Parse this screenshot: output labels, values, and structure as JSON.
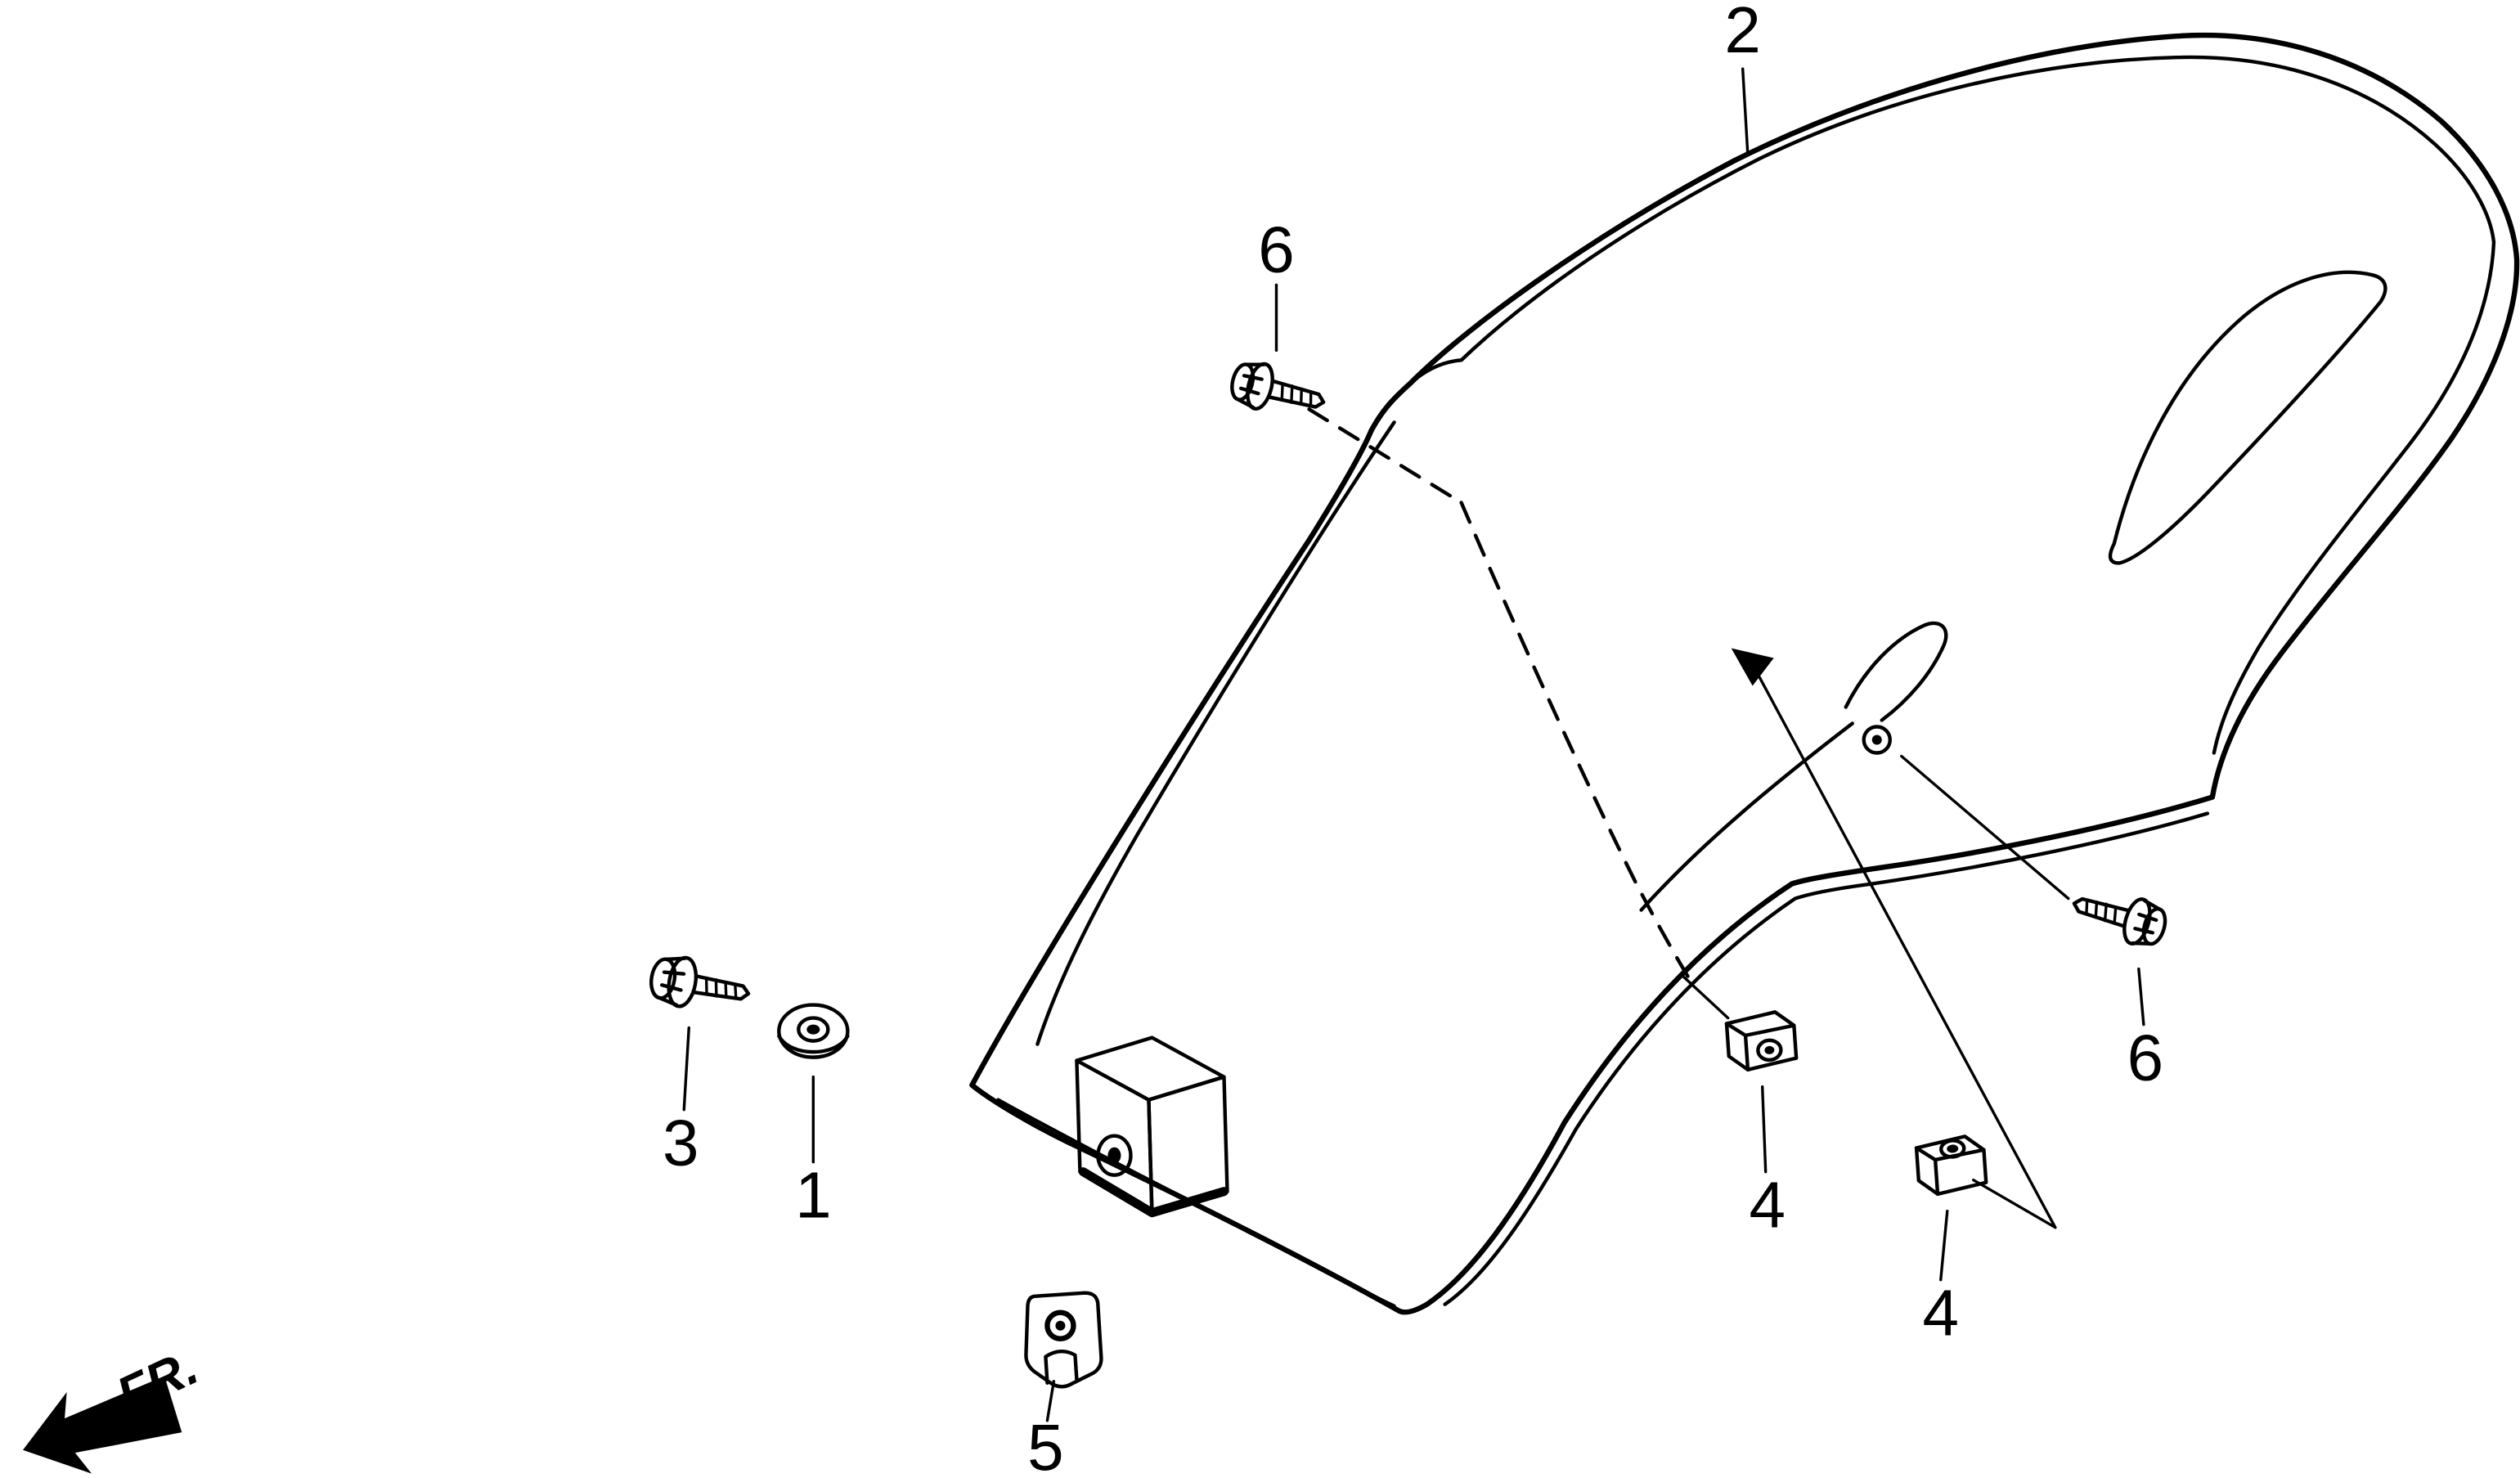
{
  "diagram": {
    "type": "exploded-parts-diagram",
    "background_color": "#ffffff",
    "line_color": "#000000",
    "callouts": {
      "c1": "1",
      "c2": "2",
      "c3": "3",
      "c4a": "4",
      "c4b": "4",
      "c5": "5",
      "c6a": "6",
      "c6b": "6"
    },
    "direction_label": "FR."
  }
}
